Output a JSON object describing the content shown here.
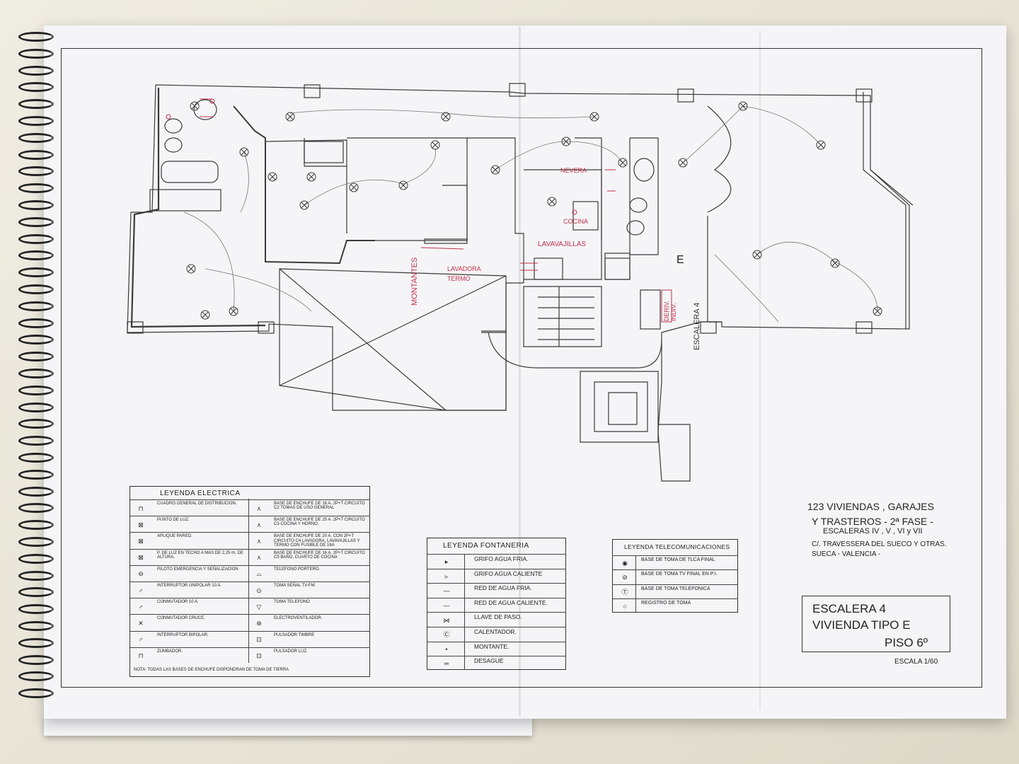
{
  "plan": {
    "labels": {
      "nevera": "NEVERA",
      "cocina": "COCINA",
      "lavavajillas": "LAVAVAJILLAS",
      "montantes": "MONTANTES",
      "lavadora": "LAVADORA",
      "termo": "TERMO",
      "deriv": "DERIV.",
      "indiv": "INDIV.",
      "escalera": "ESCALERA 4",
      "door_letter": "E"
    }
  },
  "legend_electrica": {
    "title": "LEYENDA ELECTRICA",
    "left": [
      {
        "icon": "distribution-board-icon",
        "glyph": "⊓",
        "label": "CUADRO GENERAL DE DISTRIBUCION."
      },
      {
        "icon": "ceiling-light-icon",
        "glyph": "⊠",
        "label": "PUNTO DE LUZ."
      },
      {
        "icon": "wall-light-icon",
        "glyph": "⊠",
        "label": "APLIQUE PARED."
      },
      {
        "icon": "high-ceiling-light-icon",
        "glyph": "⊠",
        "label": "P. DE LUZ EN TECHO A MAS DE 2,25 m. DE ALTURA."
      },
      {
        "icon": "emergency-light-icon",
        "glyph": "⊖",
        "label": "PILOTO EMERGENCIA Y SEÑALIZACION"
      },
      {
        "icon": "switch-icon",
        "glyph": "♂",
        "label": "INTERRUPTOR UNIPOLAR 10 A."
      },
      {
        "icon": "commutator-icon",
        "glyph": "♂",
        "label": "CONMUTADOR 10 A."
      },
      {
        "icon": "cross-commutator-icon",
        "glyph": "✕",
        "label": "CONMUTADOR CRUCE."
      },
      {
        "icon": "bipolar-switch-icon",
        "glyph": "♂",
        "label": "INTERRUPTOR BIPOLAR."
      },
      {
        "icon": "buzzer-icon",
        "glyph": "⊓",
        "label": "ZUMBADOR."
      }
    ],
    "right": [
      {
        "icon": "socket-16a-icon",
        "glyph": "⋏",
        "label": "BASE DE ENCHUFE DE 16 A. 2P+T CIRCUITO C2 TOMAS DE USO GENERAL"
      },
      {
        "icon": "socket-25a-icon",
        "glyph": "⋏",
        "label": "BASE DE ENCHUFE DE 25 A. 2P+T CIRCUITO C3 COCINA Y HORNO."
      },
      {
        "icon": "socket-20a-icon",
        "glyph": "⋏",
        "label": "BASE DE ENCHUFE DE 20 A. CON 2P+T CIRCUITO C4 LAVADORA, LAVAVAJILLAS Y TERMO CON FUSIBLE DE 16A"
      },
      {
        "icon": "socket-bath-icon",
        "glyph": "⋏",
        "label": "BASE DE ENCHUFE DE 16 A. 2P+T CIRCUITO C5 BAÑO, CUARTO DE COCINA"
      },
      {
        "icon": "intercom-icon",
        "glyph": "⌓",
        "label": "TELEFONO PORTERO."
      },
      {
        "icon": "tv-socket-icon",
        "glyph": "⊙",
        "label": "TOMA SEÑAL TV-FM."
      },
      {
        "icon": "phone-socket-icon",
        "glyph": "▽",
        "label": "TOMA TELEFONO"
      },
      {
        "icon": "fan-icon",
        "glyph": "⊛",
        "label": "ELECTROVENTILADOR."
      },
      {
        "icon": "bell-button-icon",
        "glyph": "⊡",
        "label": "PULSADOR TIMBRE"
      },
      {
        "icon": "light-button-icon",
        "glyph": "⊡",
        "label": "PULSADOR LUZ."
      }
    ],
    "note": "NOTA: TODAS LAS BASES DE ENCHUFE DISPONDRAN DE TOMA DE TIERRA"
  },
  "legend_fontaneria": {
    "title": "LEYENDA  FONTANERIA",
    "rows": [
      {
        "icon": "cold-tap-icon",
        "glyph": "▸",
        "label": "GRIFO AGUA FRIA."
      },
      {
        "icon": "hot-tap-icon",
        "glyph": "▹",
        "label": "GRIFO AGUA CALIENTE"
      },
      {
        "icon": "cold-pipe-icon",
        "glyph": "—",
        "label": "RED DE AGUA FRIA."
      },
      {
        "icon": "hot-pipe-icon",
        "glyph": "—",
        "label": "RED DE AGUA CALIENTE."
      },
      {
        "icon": "valve-icon",
        "glyph": "⋈",
        "label": "LLAVE DE PASO."
      },
      {
        "icon": "heater-icon",
        "glyph": "Ⓒ",
        "label": "CALENTADOR."
      },
      {
        "icon": "riser-icon",
        "glyph": "•",
        "label": "MONTANTE."
      },
      {
        "icon": "drain-icon",
        "glyph": "═",
        "label": "DESAGUE"
      }
    ]
  },
  "legend_telecom": {
    "title": "LEYENDA  TELECOMUNICACIONES",
    "rows": [
      {
        "icon": "tlca-socket-icon",
        "glyph": "◉",
        "label": "BASE DE TOMA DE TLCA FINAL"
      },
      {
        "icon": "tv-final-icon",
        "glyph": "⊘",
        "label": "BASE DE TOMA TV FINAL EN P.I."
      },
      {
        "icon": "phone-final-icon",
        "glyph": "Ⓣ",
        "label": "BASE DE TOMA TELEFONICA"
      },
      {
        "icon": "register-icon",
        "glyph": "○",
        "label": "REGISTRO DE TOMA"
      }
    ]
  },
  "title_block": {
    "project_line1": "123  VIVIENDAS , GARAJES",
    "project_line2": "Y  TRASTEROS - 2ª  FASE -",
    "project_line3": "ESCALERAS IV , V , VI y VII",
    "address_line1": "C/. TRAVESSERA  DEL SUECO Y OTRAS.",
    "address_line2": "SUECA - VALENCIA -",
    "sheet_line1": "ESCALERA  4",
    "sheet_line2": "VIVIENDA  TIPO  E",
    "sheet_line3": "PISO  6º",
    "scale": "ESCALA  1/60"
  },
  "colors": {
    "line": "#3a3a3a",
    "accent": "#c0304a",
    "paper": "#f5f5f7"
  }
}
